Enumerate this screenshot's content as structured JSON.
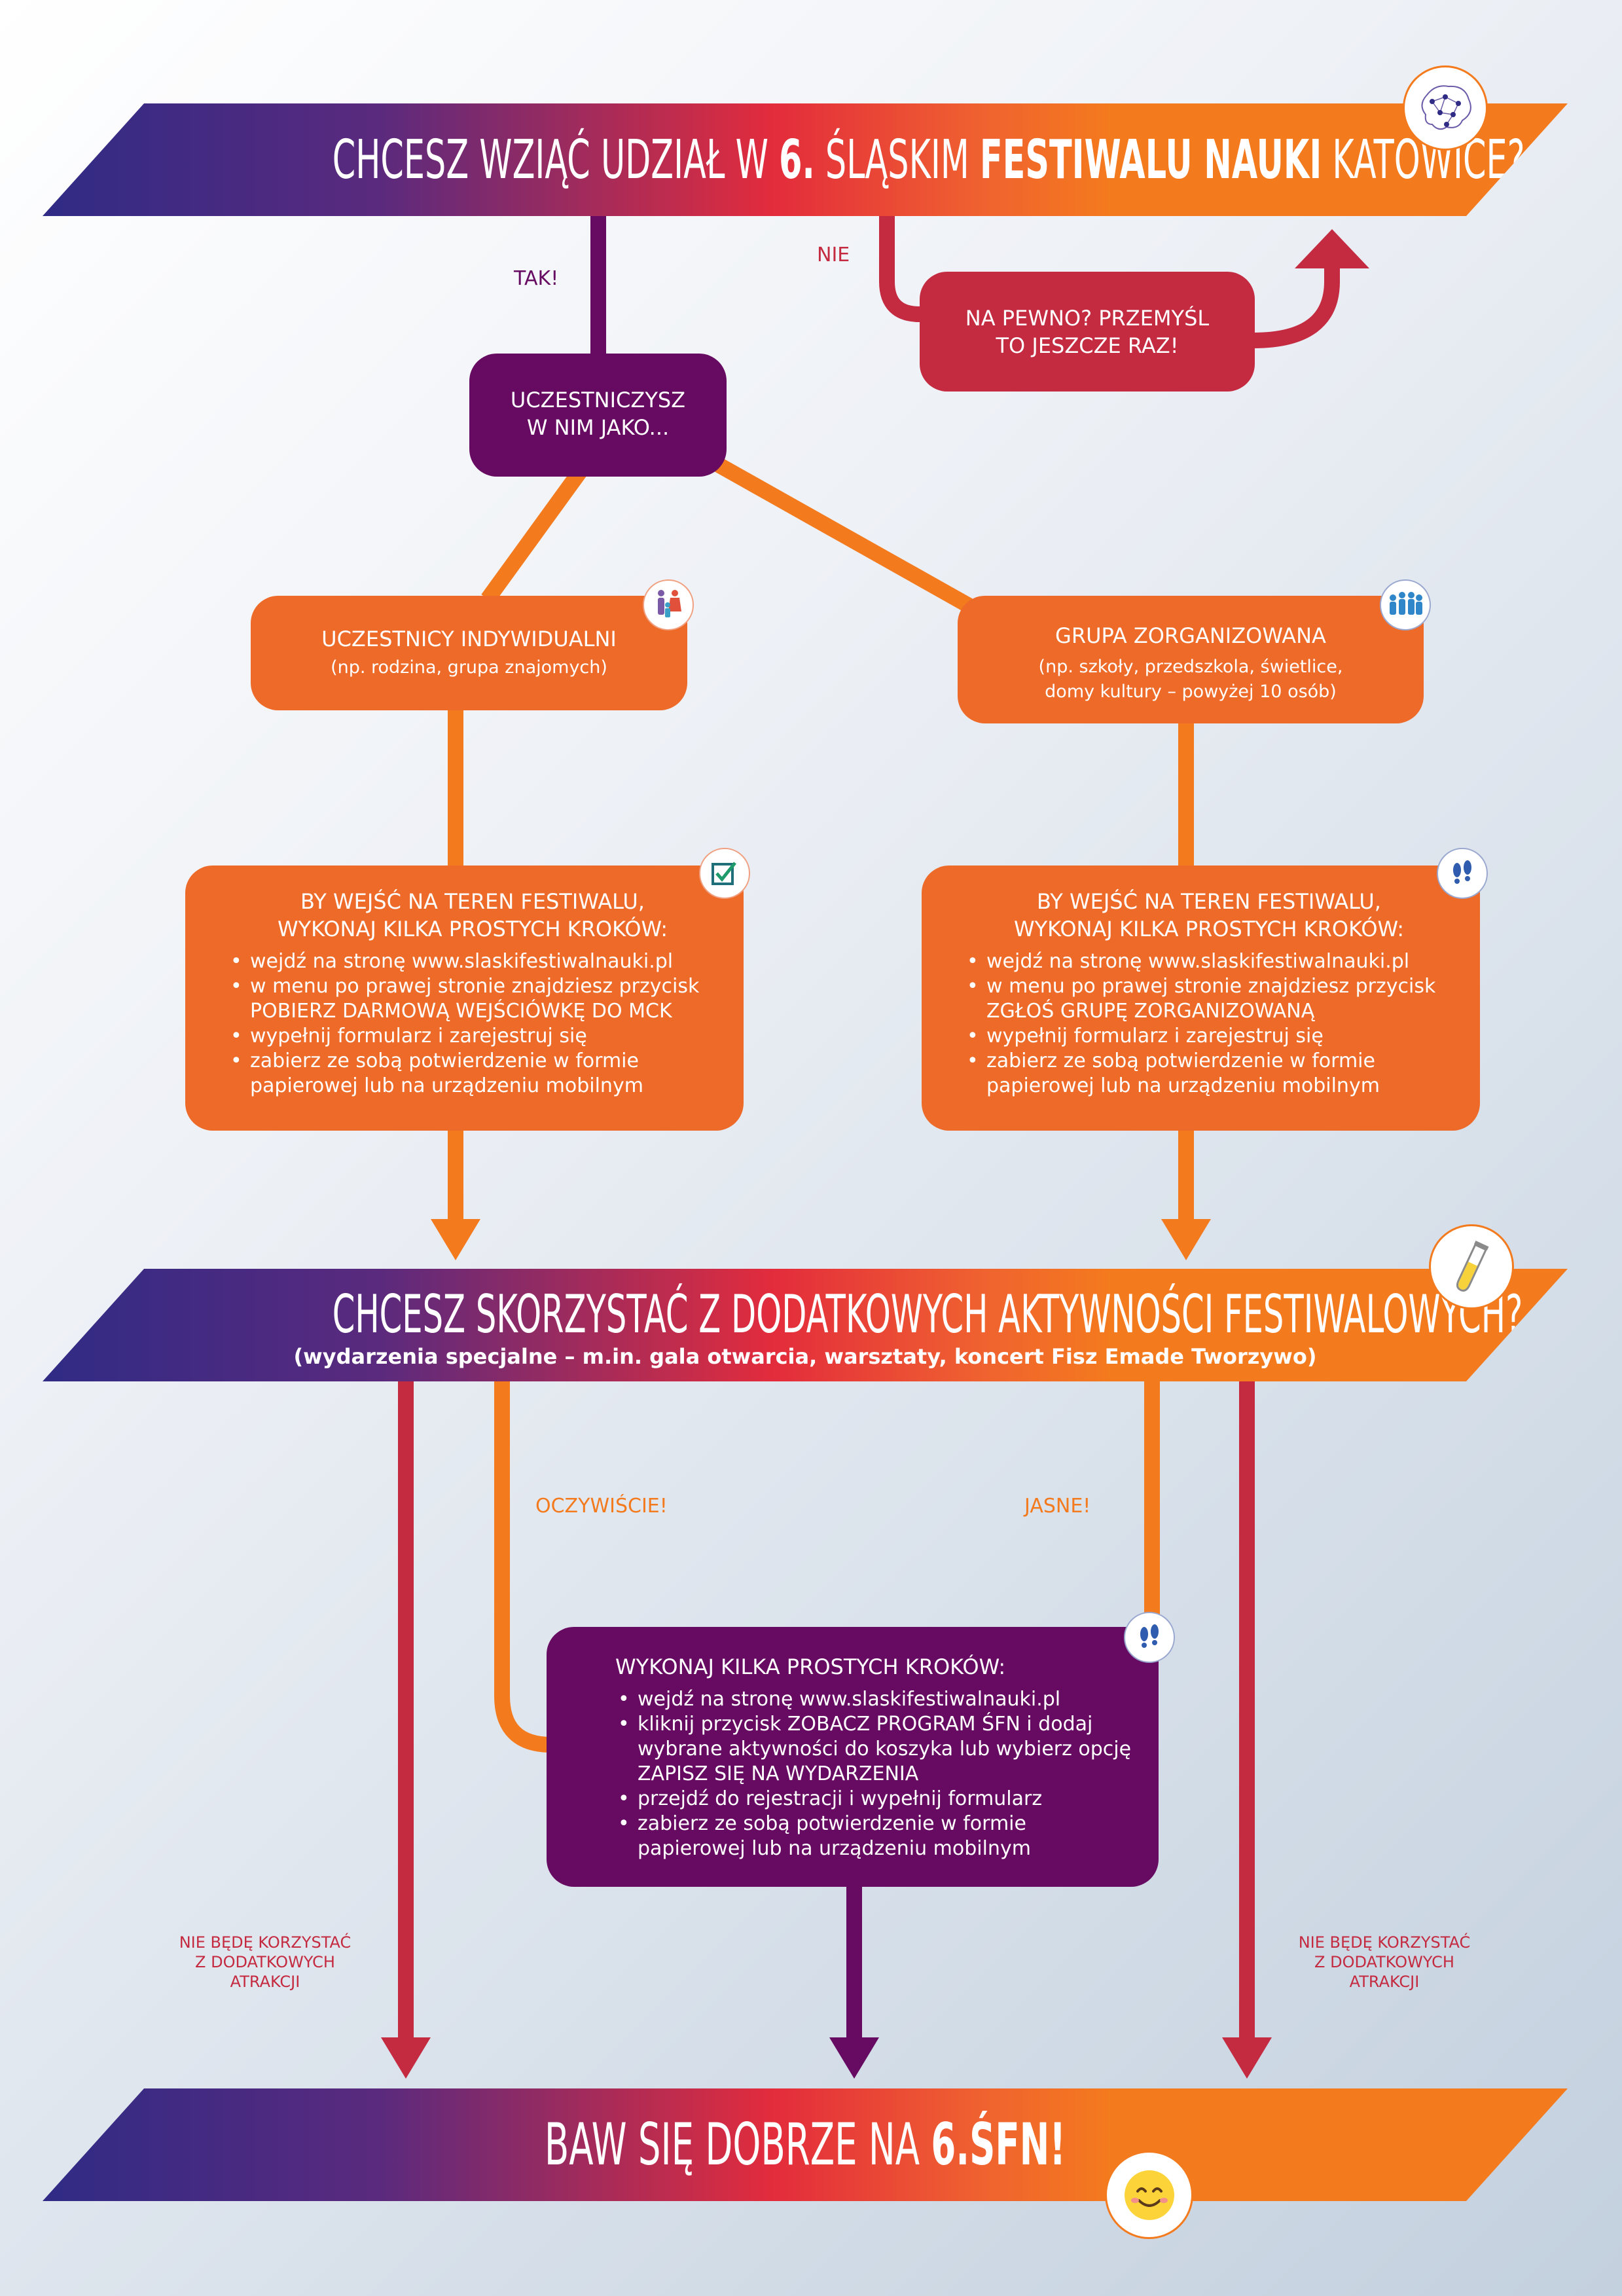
{
  "top_banner": {
    "part1": "CHCESZ WZIĄĆ UDZIAŁ W ",
    "part2": "6.",
    "part3": " ŚLĄSKIM ",
    "part4": "FESTIWALU NAUKI",
    "part5": " KATOWICE?"
  },
  "yes_label": "TAK!",
  "no_label": "NIE",
  "rethink_box": {
    "line1": "NA PEWNO? PRZEMYŚL",
    "line2": "TO JESZCZE RAZ!"
  },
  "participate_box": {
    "line1": "UCZESTNICZYSZ",
    "line2": "W NIM JAKO..."
  },
  "individual_box": {
    "title": "UCZESTNICY INDYWIDUALNI",
    "subtitle": "(np. rodzina, grupa znajomych)"
  },
  "group_box": {
    "title": "GRUPA ZORGANIZOWANA",
    "subtitle1": "(np. szkoły, przedszkola, świetlice,",
    "subtitle2": "domy kultury – powyżej 10 osób)"
  },
  "individual_steps": {
    "heading1": "BY WEJŚĆ NA TEREN FESTIWALU,",
    "heading2": "WYKONAJ KILKA PROSTYCH KROKÓW:",
    "items": [
      "wejdź na stronę www.slaskifestiwalnauki.pl",
      "w menu po prawej stronie znajdziesz przycisk POBIERZ DARMOWĄ WEJŚCIÓWKĘ DO MCK",
      "wypełnij formularz i zarejestruj się",
      "zabierz ze sobą potwierdzenie w formie papierowej lub na urządzeniu mobilnym"
    ]
  },
  "group_steps": {
    "heading1": "BY WEJŚĆ NA TEREN FESTIWALU,",
    "heading2": "WYKONAJ KILKA PROSTYCH KROKÓW:",
    "items": [
      "wejdź na stronę www.slaskifestiwalnauki.pl",
      "w menu po prawej stronie znajdziesz przycisk ZGŁOŚ GRUPĘ ZORGANIZOWANĄ",
      "wypełnij formularz i zarejestruj się",
      "zabierz ze sobą potwierdzenie w formie papierowej lub na urządzeniu mobilnym"
    ]
  },
  "mid_banner": {
    "title": "CHCESZ SKORZYSTAĆ Z DODATKOWYCH AKTYWNOŚCI FESTIWALOWYCH?",
    "subtitle": "(wydarzenia specjalne – m.in. gala otwarcia, warsztaty, koncert Fisz Emade Tworzywo)"
  },
  "of_course_label": "OCZYWIŚCIE!",
  "sure_label": "JASNE!",
  "extra_steps": {
    "heading": "WYKONAJ KILKA PROSTYCH KROKÓW:",
    "items": [
      "wejdź na stronę www.slaskifestiwalnauki.pl",
      "kliknij przycisk ZOBACZ PROGRAM ŚFN i dodaj wybrane aktywności do koszyka lub wybierz opcję ZAPISZ SIĘ NA WYDARZENIA",
      "przejdź do rejestracji i wypełnij formularz",
      "zabierz ze sobą potwierdzenie w formie papierowej lub na urządzeniu mobilnym"
    ]
  },
  "no_extra_left": {
    "line1": "NIE BĘDĘ KORZYSTAĆ",
    "line2": "Z DODATKOWYCH",
    "line3": "ATRAKCJI"
  },
  "no_extra_right": {
    "line1": "NIE BĘDĘ KORZYSTAĆ",
    "line2": "Z DODATKOWYCH",
    "line3": "ATRAKCJI"
  },
  "bottom_banner": {
    "part1": "BAW SIĘ DOBRZE NA ",
    "part2": "6.ŚFN!"
  },
  "icons": [
    "brain-network-icon",
    "family-icon",
    "crowd-icon",
    "checkbox-icon",
    "footprints-icon",
    "test-tube-icon",
    "smiley-icon"
  ],
  "colors": {
    "orange": "#f47a1e",
    "box_orange": "#ee6a28",
    "purple": "#660a62",
    "crimson": "#c42a40",
    "navy": "#302b85",
    "red": "#e32c3c"
  }
}
